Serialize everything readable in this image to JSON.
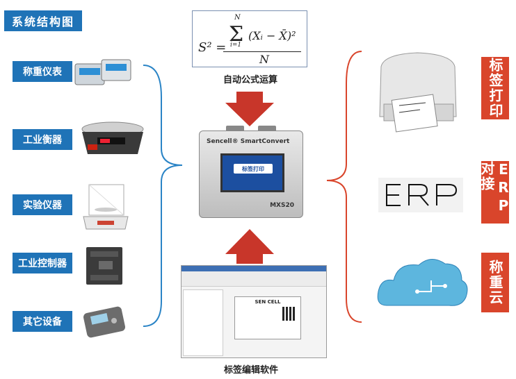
{
  "title": "系统结构图",
  "left_items": [
    {
      "label": "称重仪表",
      "icon": "weighing-indicator-icon"
    },
    {
      "label": "工业衡器",
      "icon": "industrial-scale-icon"
    },
    {
      "label": "实验仪器",
      "icon": "lab-balance-icon"
    },
    {
      "label": "工业控制器",
      "icon": "plc-controller-icon"
    },
    {
      "label": "其它设备",
      "icon": "handheld-device-icon"
    }
  ],
  "formula": {
    "lhs": "S² =",
    "sigma_top": "N",
    "sigma_bottom": "i=1",
    "numerator": "(Xᵢ − X̄)²",
    "denominator": "N"
  },
  "formula_caption": "自动公式运算",
  "device": {
    "brand": "Sencell® SmartConvert",
    "screen_button": "标签打印",
    "model": "MXS20"
  },
  "software": {
    "caption": "标签编辑软件",
    "label_head": "SEN CELL"
  },
  "right_items": [
    {
      "label": "标签打印",
      "icon": "label-printer-icon"
    },
    {
      "label": "ERP对接",
      "icon": "erp-logo-icon"
    },
    {
      "label": "称重云",
      "icon": "cloud-icon"
    }
  ],
  "colors": {
    "blue": "#1f73b7",
    "red": "#d9452b",
    "arrow": "#c8362a"
  }
}
